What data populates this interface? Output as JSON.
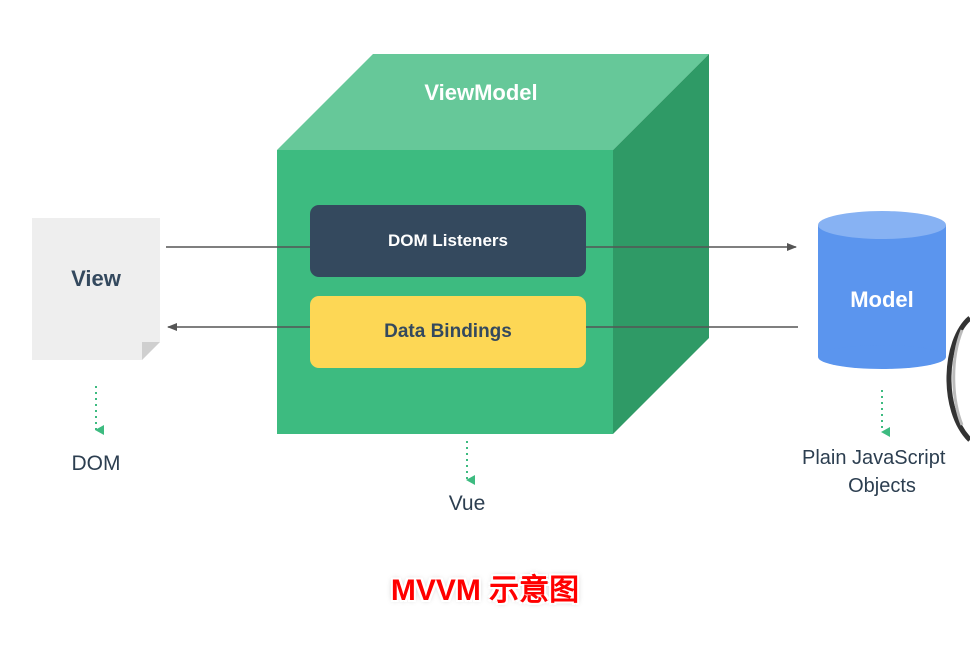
{
  "view": {
    "label": "View",
    "caption": "DOM"
  },
  "viewmodel": {
    "label": "ViewModel",
    "caption": "Vue",
    "listeners_label": "DOM Listeners",
    "bindings_label": "Data Bindings"
  },
  "model": {
    "label": "Model",
    "caption_line1": "Plain JavaScript",
    "caption_line2": "Objects"
  },
  "diagram_title": "MVVM 示意图",
  "colors": {
    "cube_front": "#3dbb80",
    "cube_top": "#66c899",
    "cube_side": "#2f9a66",
    "listeners_bg": "#34495e",
    "bindings_bg": "#fdd755",
    "model_body": "#5b95ee",
    "model_top": "#87b2f3",
    "view_page": "#eeeeee",
    "arrow": "#555555",
    "title_red": "#ff0000"
  }
}
